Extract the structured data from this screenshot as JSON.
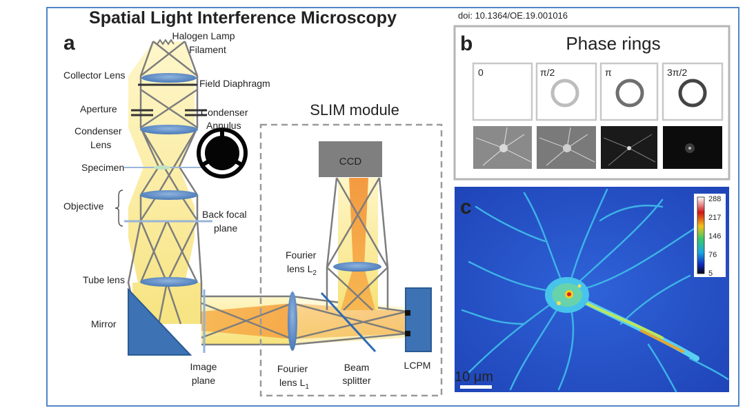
{
  "title": "Spatial Light Interference Microscopy",
  "doi": "doi: 10.1364/OE.19.001016",
  "panel_a": {
    "letter": "a",
    "labels": {
      "halogen_1": "Halogen Lamp",
      "halogen_2": "Filament",
      "collector_lens": "Collector Lens",
      "field_diaphragm": "Field Diaphragm",
      "aperture": "Aperture",
      "condenser_annulus_1": "Condenser",
      "condenser_annulus_2": "Annulus",
      "condenser_lens_1": "Condenser",
      "condenser_lens_2": "Lens",
      "specimen": "Specimen",
      "objective": "Objective",
      "back_focal_1": "Back focal",
      "back_focal_2": "plane",
      "tube_lens": "Tube lens",
      "mirror": "Mirror",
      "image_plane_1": "Image",
      "image_plane_2": "plane",
      "slim_module": "SLIM module",
      "ccd": "CCD",
      "fourier_l2_1": "Fourier",
      "fourier_l2_2": "lens L",
      "fourier_l2_sub": "2",
      "fourier_l1_1": "Fourier",
      "fourier_l1_2": "lens L",
      "fourier_l1_sub": "1",
      "beam_splitter_1": "Beam",
      "beam_splitter_2": "splitter",
      "lcpm": "LCPM"
    }
  },
  "panel_b": {
    "letter": "b",
    "title": "Phase rings",
    "rings": [
      {
        "label": "0",
        "color": "none"
      },
      {
        "label": "π/2",
        "color": "#bdbdbd"
      },
      {
        "label": "π",
        "color": "#6f6f6f"
      },
      {
        "label": "3π/2",
        "color": "#444444"
      }
    ]
  },
  "panel_c": {
    "letter": "c",
    "scale_bar": "10 μm",
    "colorbar_ticks": [
      "288",
      "217",
      "146",
      "76",
      "5"
    ]
  }
}
